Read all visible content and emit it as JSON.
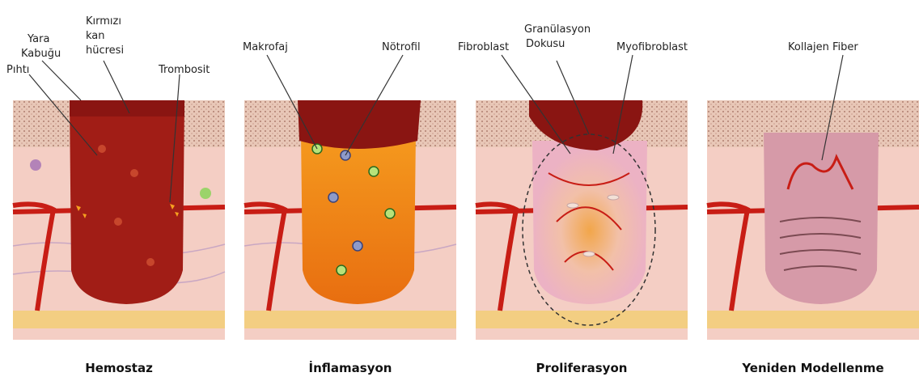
{
  "colors": {
    "epidermis": "#dcae9c",
    "dermis": "#f4cec4",
    "fat": "#f3ce82",
    "vessel": "#c81d15",
    "clot": "#a11d16",
    "scab": "#8a1512",
    "inflammation": "#ea7f12",
    "granulation": "#eab7c6",
    "remodel": "#d69aa8"
  },
  "stages": [
    {
      "caption": "Hemostaz",
      "labels": [
        "Pıhtı",
        "Yara",
        "Kabuğu",
        "Kırmızı",
        "kan",
        "hücresi",
        "Trombosit"
      ]
    },
    {
      "caption": "İnflamasyon",
      "labels": [
        "Makrofaj",
        "Nötrofil"
      ]
    },
    {
      "caption": "Proliferasyon",
      "labels": [
        "Fibroblast",
        "Granülasyon",
        "Dokusu",
        "Myofibroblast"
      ]
    },
    {
      "caption": "Yeniden Modellenme",
      "labels": [
        "Kollajen Fiber"
      ]
    }
  ]
}
